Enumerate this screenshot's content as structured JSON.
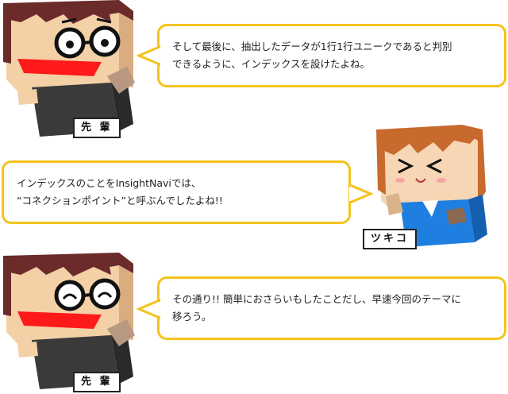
{
  "conversation": [
    {
      "speaker": "先 輩",
      "text": "そして最後に、抽出したデータが1行1行ユニークであると判別\nできるように、インデックスを設けたよね。",
      "character": "senpai-glasses-open-eyes"
    },
    {
      "speaker": "ツキコ",
      "text": "インデックスのことをInsightNaviでは、\n“コネクションポイント”と呼ぶんでしたよね!!",
      "character": "tsukiko-squint-eyes"
    },
    {
      "speaker": "先 輩",
      "text": "その通り!! 簡単におさらいもしたことだし、早速今回のテーマに\n移ろう。",
      "character": "senpai-glasses-happy-eyes"
    }
  ],
  "colors": {
    "bubble_border": "#f5c31c",
    "senpai_hair": "#6b2b2b",
    "senpai_mouth": "#ff1a1a",
    "tsukiko_hair": "#c8692e",
    "tsukiko_shirt": "#1f7fe0"
  }
}
